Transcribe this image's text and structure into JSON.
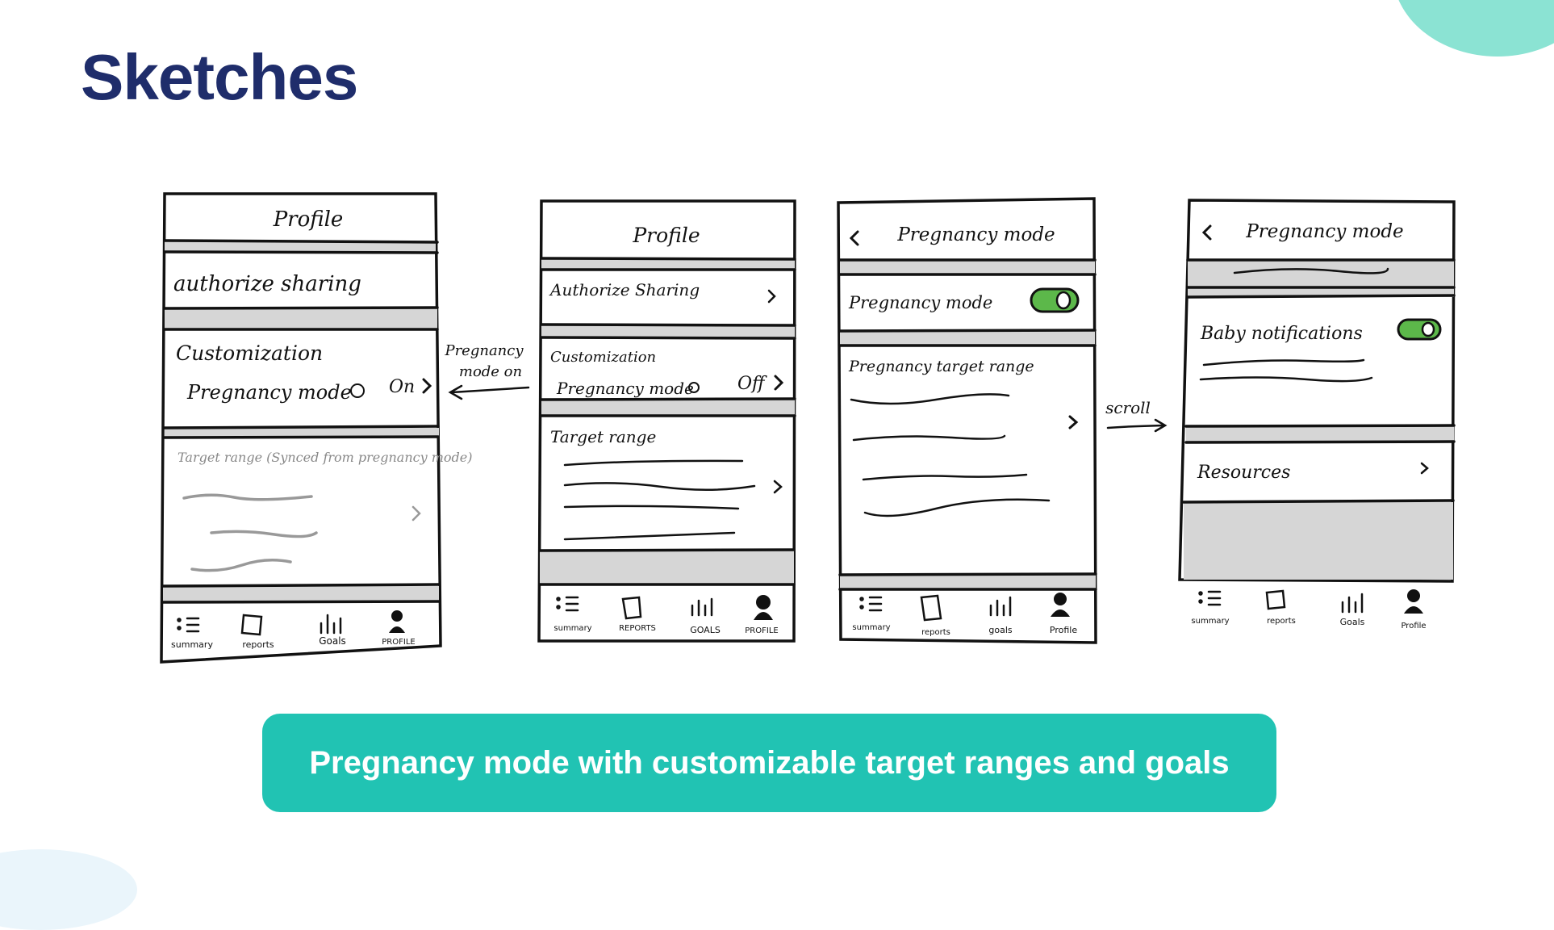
{
  "slide": {
    "title": "Sketches",
    "caption": "Pregnancy mode with customizable target ranges and goals"
  },
  "colors": {
    "title": "#1f2d6b",
    "banner": "#21c3b3",
    "toggle": "#5cb84a"
  },
  "annotations": {
    "arrow_left_label_1": "Pregnancy",
    "arrow_left_label_2": "mode on",
    "arrow_right_label": "scroll"
  },
  "sketch1": {
    "header": "Profile",
    "authorize": "authorize sharing",
    "customization": "Customization",
    "pregnancy": "Pregnancy mode",
    "status": "On",
    "target": "Target range (Synced from pregnancy mode)"
  },
  "sketch2": {
    "header": "Profile",
    "authorize": "Authorize Sharing",
    "customization": "Customization",
    "pregnancy": "Pregnancy mode",
    "status": "Off",
    "target": "Target range"
  },
  "sketch3": {
    "header": "Pregnancy mode",
    "toggle_label": "Pregnancy mode",
    "target": "Pregnancy target range"
  },
  "sketch4": {
    "header": "Pregnancy mode",
    "baby": "Baby notifications",
    "resources": "Resources"
  },
  "tabs": {
    "s1": [
      "summary",
      "reports",
      "Goals",
      "PROFILE"
    ],
    "s2": [
      "summary",
      "REPORTS",
      "GOALS",
      "PROFILE"
    ],
    "s3": [
      "summary",
      "reports",
      "goals",
      "Profile"
    ],
    "s4": [
      "summary",
      "reports",
      "Goals",
      "Profile"
    ]
  }
}
